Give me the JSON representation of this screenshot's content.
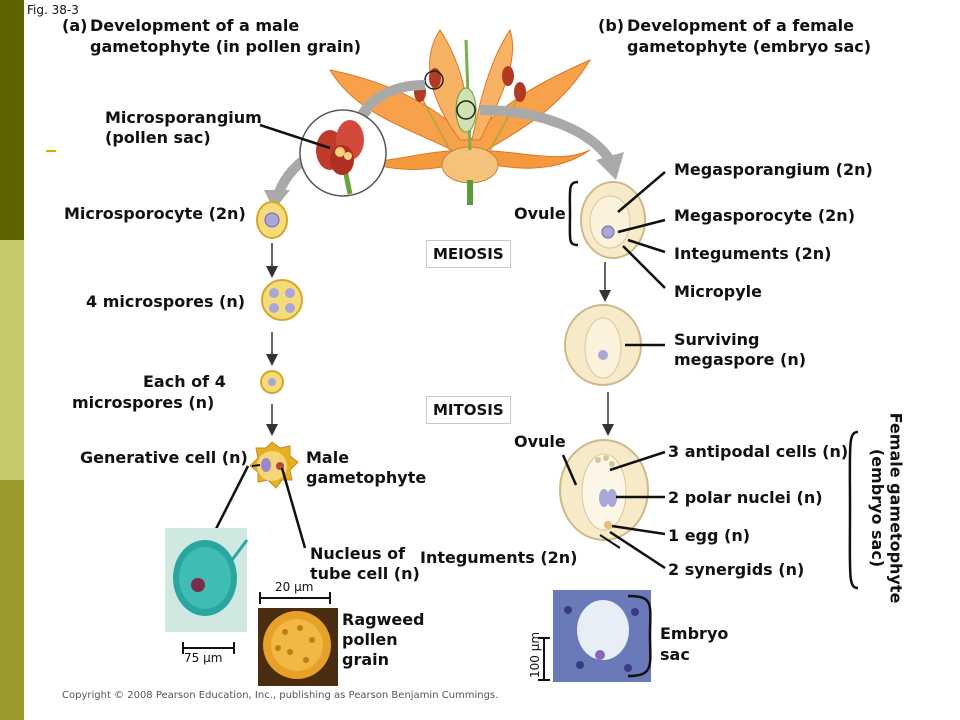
{
  "fig_label": "Fig. 38-3",
  "colors": {
    "band_dark": "#5f6300",
    "band_mid": "#9a9a2a",
    "band_light": "#c7c96a",
    "band_mid2": "#aaa838",
    "arrow_gray": "#a9a9a9",
    "petal": "#f7a24a",
    "pollen": "#e7b020",
    "stain": "#2aa6a0"
  },
  "male": {
    "panel_letter": "(a)",
    "title_line1": "Development of a male",
    "title_line2": "gametophyte (in pollen grain)",
    "microsporangium_line1": "Microsporangium",
    "microsporangium_line2": "(pollen sac)",
    "microsporocyte": "Microsporocyte (2n)",
    "microspores": "4 microspores (n)",
    "each_line1": "Each of 4",
    "each_line2": "microspores (n)",
    "generative": "Generative cell (n)",
    "male_gam_line1": "Male",
    "male_gam_line2": "gametophyte",
    "nucleus_line1": "Nucleus of",
    "nucleus_line2": "tube cell (n)",
    "scale_20": "20 µm",
    "scale_75": "75 µm",
    "ragweed_line1": "Ragweed",
    "ragweed_line2": "pollen",
    "ragweed_line3": "grain"
  },
  "female": {
    "panel_letter": "(b)",
    "title_line1": "Development of a female",
    "title_line2": "gametophyte (embryo sac)",
    "megasporangium": "Megasporangium (2n)",
    "megasporocyte": "Megasporocyte (2n)",
    "integuments": "Integuments (2n)",
    "micropyle": "Micropyle",
    "ovule": "Ovule",
    "surviving_line1": "Surviving",
    "surviving_line2": "megaspore (n)",
    "ovule2": "Ovule",
    "antipodal": "3 antipodal cells (n)",
    "polar": "2 polar nuclei (n)",
    "egg": "1 egg (n)",
    "synergids": "2 synergids (n)",
    "integuments2": "Integuments (2n)",
    "vertical_line1": "Female gametophyte",
    "vertical_line2": "(embryo sac)",
    "embryo_line1": "Embryo",
    "embryo_line2": "sac",
    "scale_100": "100 µm"
  },
  "center": {
    "meiosis": "MEIOSIS",
    "mitosis": "MITOSIS"
  },
  "copyright": "Copyright © 2008 Pearson Education, Inc., publishing as Pearson Benjamin Cummings."
}
